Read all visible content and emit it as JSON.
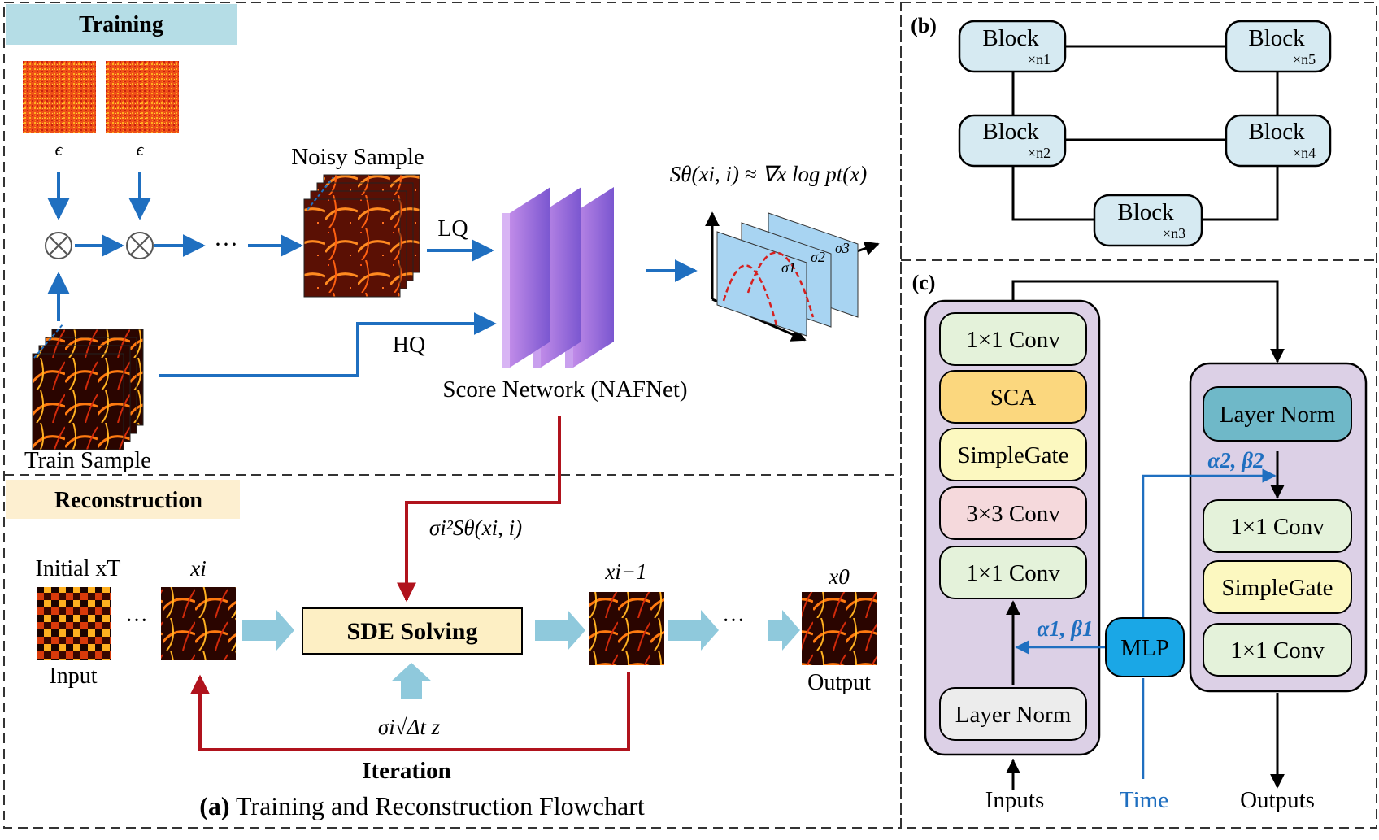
{
  "training": {
    "header": "Training",
    "epsilon": "ϵ",
    "dots": "···",
    "noisy_sample": "Noisy Sample",
    "lq": "LQ",
    "hq": "HQ",
    "score_network": "Score Network (NAFNet)",
    "score_eq": "Sθ(xi, i) ≈ ∇x log pt(x)",
    "sigma_labels": [
      "σ1",
      "σ2",
      "σ3"
    ],
    "train_sample": "Train Sample"
  },
  "reconstruction": {
    "header": "Reconstruction",
    "initial_label": "Initial xT",
    "input_label": "Input",
    "xi_label": "xi",
    "xi_minus_1_label": "xi−1",
    "x0_label": "x0",
    "output_label": "Output",
    "dots": "···",
    "sde_solving": "SDE Solving",
    "score_term": "σi²Sθ(xi, i)",
    "noise_term": "σi√Δt z",
    "iteration": "Iteration",
    "caption_prefix": "(a)",
    "caption_text": "Training and Reconstruction Flowchart"
  },
  "panel_b": {
    "label": "(b)",
    "blocks": [
      {
        "name": "Block",
        "mult": "×n1"
      },
      {
        "name": "Block",
        "mult": "×n2"
      },
      {
        "name": "Block",
        "mult": "×n3"
      },
      {
        "name": "Block",
        "mult": "×n4"
      },
      {
        "name": "Block",
        "mult": "×n5"
      }
    ]
  },
  "panel_c": {
    "label": "(c)",
    "left_stack": [
      "1×1 Conv",
      "SCA",
      "SimpleGate",
      "3×3 Conv",
      "1×1 Conv",
      "Layer Norm"
    ],
    "right_stack": [
      "Layer Norm",
      "1×1 Conv",
      "SimpleGate",
      "1×1 Conv"
    ],
    "mlp": "MLP",
    "alpha1_beta1": "α1, β1",
    "alpha2_beta2": "α2, β2",
    "inputs": "Inputs",
    "time": "Time",
    "outputs": "Outputs"
  },
  "colors": {
    "blue_arrow": "#1f6fc0",
    "red_arrow": "#b0131d",
    "light_arrow": "#8fc9dc",
    "training_header_bg": "#b5dde6",
    "reconstruction_header_bg": "#fdefd0",
    "block_fill": "#d6eaf2",
    "purple_panel": "#dcd0e6",
    "mlp_fill": "#1aa7e6",
    "conv_green": "#e4f2da",
    "sca_orange": "#fbd77e",
    "simplegate_yellow": "#fcf8c0",
    "conv3_pink": "#f5d9dc",
    "layernorm_gray": "#ececec",
    "layernorm_teal": "#6fb8c8",
    "time_blue": "#1f6fc0"
  }
}
